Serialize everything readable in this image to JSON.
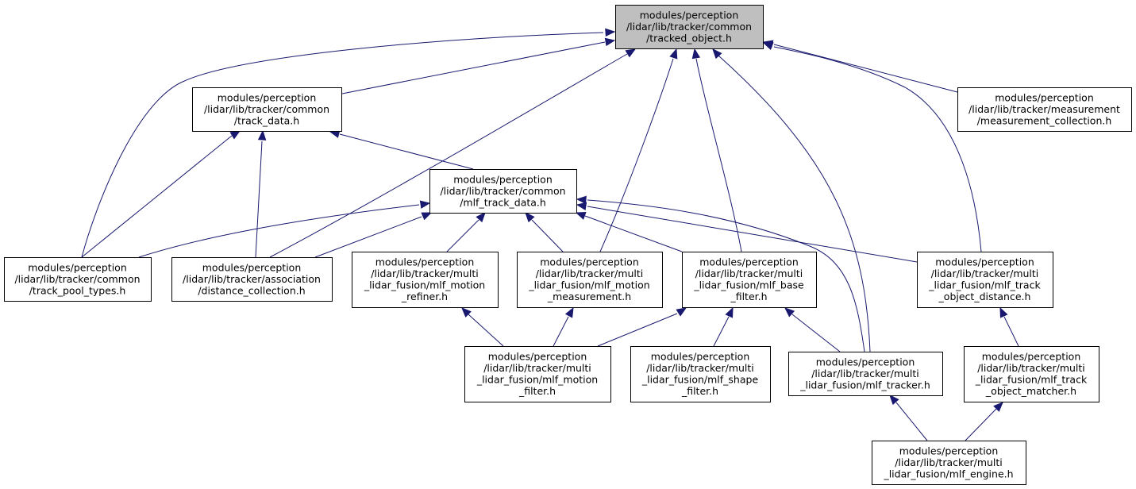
{
  "nodes": [
    {
      "id": "tracked_object",
      "lines": [
        "modules/perception",
        "/lidar/lib/tracker/common",
        "/tracked_object.h"
      ],
      "highlight": true
    },
    {
      "id": "track_data",
      "lines": [
        "modules/perception",
        "/lidar/lib/tracker/common",
        "/track_data.h"
      ],
      "highlight": false
    },
    {
      "id": "measurement_collection",
      "lines": [
        "modules/perception",
        "/lidar/lib/tracker/measurement",
        "/measurement_collection.h"
      ],
      "highlight": false
    },
    {
      "id": "mlf_track_data",
      "lines": [
        "modules/perception",
        "/lidar/lib/tracker/common",
        "/mlf_track_data.h"
      ],
      "highlight": false
    },
    {
      "id": "track_pool_types",
      "lines": [
        "modules/perception",
        "/lidar/lib/tracker/common",
        "/track_pool_types.h"
      ],
      "highlight": false
    },
    {
      "id": "distance_collection",
      "lines": [
        "modules/perception",
        "/lidar/lib/tracker/association",
        "/distance_collection.h"
      ],
      "highlight": false
    },
    {
      "id": "mlf_motion_refiner",
      "lines": [
        "modules/perception",
        "/lidar/lib/tracker/multi",
        "_lidar_fusion/mlf_motion",
        "_refiner.h"
      ],
      "highlight": false
    },
    {
      "id": "mlf_motion_measurement",
      "lines": [
        "modules/perception",
        "/lidar/lib/tracker/multi",
        "_lidar_fusion/mlf_motion",
        "_measurement.h"
      ],
      "highlight": false
    },
    {
      "id": "mlf_base_filter",
      "lines": [
        "modules/perception",
        "/lidar/lib/tracker/multi",
        "_lidar_fusion/mlf_base",
        "_filter.h"
      ],
      "highlight": false
    },
    {
      "id": "mlf_track_object_distance",
      "lines": [
        "modules/perception",
        "/lidar/lib/tracker/multi",
        "_lidar_fusion/mlf_track",
        "_object_distance.h"
      ],
      "highlight": false
    },
    {
      "id": "mlf_motion_filter",
      "lines": [
        "modules/perception",
        "/lidar/lib/tracker/multi",
        "_lidar_fusion/mlf_motion",
        "_filter.h"
      ],
      "highlight": false
    },
    {
      "id": "mlf_shape_filter",
      "lines": [
        "modules/perception",
        "/lidar/lib/tracker/multi",
        "_lidar_fusion/mlf_shape",
        "_filter.h"
      ],
      "highlight": false
    },
    {
      "id": "mlf_tracker",
      "lines": [
        "modules/perception",
        "/lidar/lib/tracker/multi",
        "_lidar_fusion/mlf_tracker.h"
      ],
      "highlight": false
    },
    {
      "id": "mlf_track_object_matcher",
      "lines": [
        "modules/perception",
        "/lidar/lib/tracker/multi",
        "_lidar_fusion/mlf_track",
        "_object_matcher.h"
      ],
      "highlight": false
    },
    {
      "id": "mlf_engine",
      "lines": [
        "modules/perception",
        "/lidar/lib/tracker/multi",
        "_lidar_fusion/mlf_engine.h"
      ],
      "highlight": false
    }
  ],
  "edges": [
    {
      "from": "track_data",
      "to": "tracked_object"
    },
    {
      "from": "measurement_collection",
      "to": "tracked_object"
    },
    {
      "from": "track_pool_types",
      "to": "tracked_object"
    },
    {
      "from": "distance_collection",
      "to": "tracked_object"
    },
    {
      "from": "mlf_motion_measurement",
      "to": "tracked_object"
    },
    {
      "from": "mlf_base_filter",
      "to": "tracked_object"
    },
    {
      "from": "mlf_tracker",
      "to": "tracked_object"
    },
    {
      "from": "mlf_track_object_distance",
      "to": "tracked_object"
    },
    {
      "from": "track_pool_types",
      "to": "track_data"
    },
    {
      "from": "distance_collection",
      "to": "track_data"
    },
    {
      "from": "mlf_track_data",
      "to": "track_data"
    },
    {
      "from": "track_pool_types",
      "to": "mlf_track_data"
    },
    {
      "from": "distance_collection",
      "to": "mlf_track_data"
    },
    {
      "from": "mlf_motion_refiner",
      "to": "mlf_track_data"
    },
    {
      "from": "mlf_motion_measurement",
      "to": "mlf_track_data"
    },
    {
      "from": "mlf_base_filter",
      "to": "mlf_track_data"
    },
    {
      "from": "mlf_track_object_distance",
      "to": "mlf_track_data"
    },
    {
      "from": "mlf_tracker",
      "to": "mlf_track_data"
    },
    {
      "from": "mlf_motion_filter",
      "to": "mlf_motion_refiner"
    },
    {
      "from": "mlf_motion_filter",
      "to": "mlf_motion_measurement"
    },
    {
      "from": "mlf_motion_filter",
      "to": "mlf_base_filter"
    },
    {
      "from": "mlf_shape_filter",
      "to": "mlf_base_filter"
    },
    {
      "from": "mlf_tracker",
      "to": "mlf_base_filter"
    },
    {
      "from": "mlf_track_object_matcher",
      "to": "mlf_track_object_distance"
    },
    {
      "from": "mlf_engine",
      "to": "mlf_tracker"
    },
    {
      "from": "mlf_engine",
      "to": "mlf_track_object_matcher"
    }
  ],
  "colors": {
    "edge": "#191970",
    "highlight_fill": "#bfbfbf",
    "node_fill": "#ffffff",
    "node_border": "#000000"
  }
}
